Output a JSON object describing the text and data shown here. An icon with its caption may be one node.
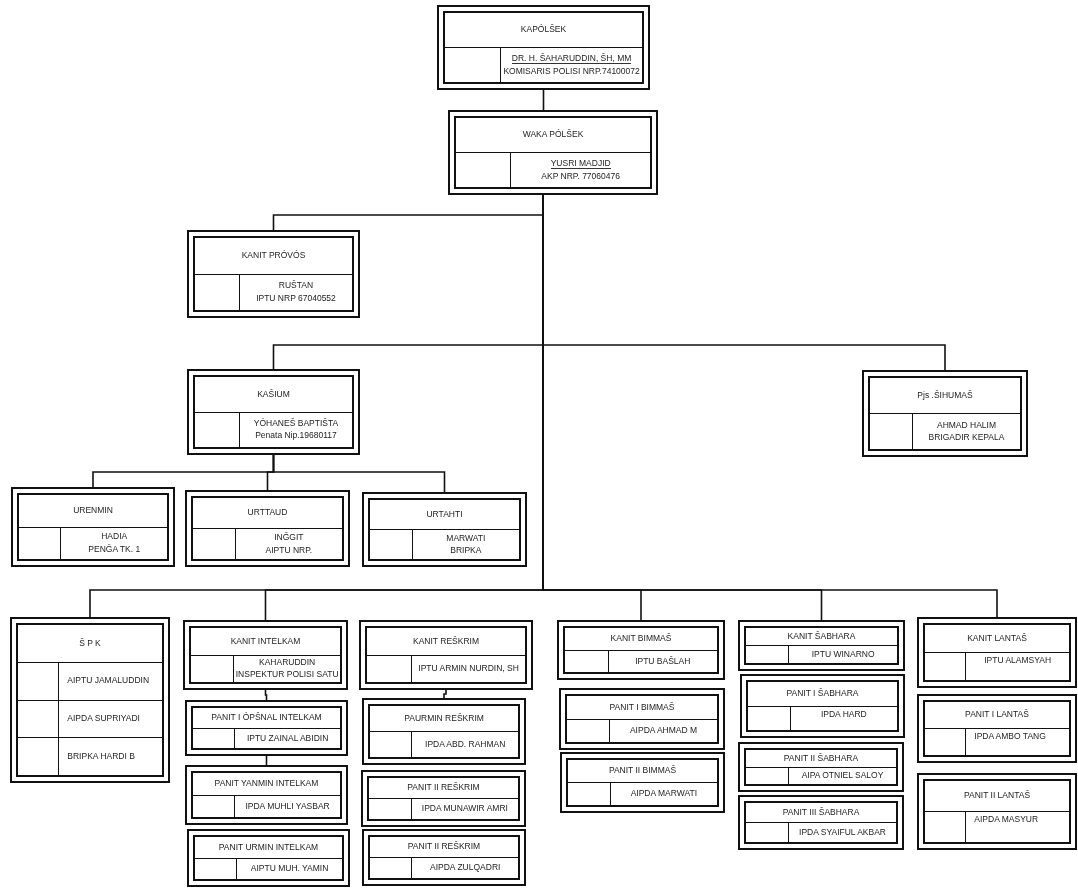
{
  "diagram": {
    "nodes": [
      {
        "text": [
          "KAPÓLŠEK",
          "DR. H. ŠAHARUDDIN, ŠH, MM",
          "KOMISARIS POLISI NRP.74100072"
        ]
      },
      {
        "text": [
          "WAKA PÓLŠEK",
          "YUSRI MADJID",
          "AKP NRP. 77060476"
        ]
      },
      {
        "text": [
          "KANIT PRÓVÓS",
          "RUŠTAN",
          "IPTU NRP 67040552"
        ]
      },
      {
        "text": [
          "KAŠIUM",
          "YÓHANEŠ BAPTIŠTA",
          "Penata Nip.19680117"
        ]
      },
      {
        "text": [
          "Pjs .ŠIHUMAŠ",
          "AHMAD HALIM",
          "BRIGADIR KEPALA"
        ]
      },
      {
        "text": [
          "URENMIN",
          "HADIA",
          "PENĞA TK. 1"
        ]
      },
      {
        "text": [
          "URTTAUD",
          "INĞGIT",
          "AIPTU NRP."
        ]
      },
      {
        "text": [
          "URTAHTI",
          "MARWATI",
          "BRIPKA"
        ]
      },
      {
        "text": [
          "Š P K",
          "AIPTU JAMALUDDIN",
          "AIPDA SUPRIYADI",
          "BRIPKA HARDI B"
        ]
      },
      {
        "text": [
          "KANIT INTELKAM",
          "KAHARUDDIN",
          "INSPEKTUR POLISI SATU"
        ]
      },
      {
        "text": [
          "PANIT I ÓPŠNAL INTELKAM",
          "IPTU ZAINAL ABIDIN"
        ]
      },
      {
        "text": [
          "PANIT YANMIN INTELKAM",
          "IPDA MUHLI YASBAR"
        ]
      },
      {
        "text": [
          "PANIT URMIN INTELKAM",
          "AIPTU MUH. YAMIN"
        ]
      },
      {
        "text": [
          "KANIT REŠKRIM",
          "IPTU ARMIN NURDIN, SH"
        ]
      },
      {
        "text": [
          "PAURMIN REŠKRIM",
          "IPDA ABD. RAHMAN"
        ]
      },
      {
        "text": [
          "PANIT II REŠKRIM",
          "IPDA MUNAWIR AMRI"
        ]
      },
      {
        "text": [
          "PANIT II REŠKRIM",
          "AIPDA ZULQADRI"
        ]
      },
      {
        "text": [
          "KANIT BIMMAŠ",
          "IPTU BAŠLAH"
        ]
      },
      {
        "text": [
          "PANIT I BIMMAŠ",
          "AIPDA AHMAD M"
        ]
      },
      {
        "text": [
          "PANIT II BIMMAŠ",
          "AIPDA MARWATI"
        ]
      },
      {
        "text": [
          "KANIT ŠABHARA",
          "IPTU WINARNO"
        ]
      },
      {
        "text": [
          "PANIT I ŠABHARA",
          "IPDA HARD"
        ]
      },
      {
        "text": [
          "PANIT II ŠABHARA",
          "AIPA OTNIEL SALOY"
        ]
      },
      {
        "text": [
          "PANIT III ŠABHARA",
          "IPDA SYAIFUL AKBAR"
        ]
      },
      {
        "text": [
          "KANIT LANTAŠ",
          "IPTU ALAMSYAH"
        ]
      },
      {
        "text": [
          "PANIT I LANTAŠ",
          "IPDA AMBO TANG"
        ]
      },
      {
        "text": [
          "PANIT II LANTAŠ",
          "AIPDA MASYUR"
        ]
      }
    ],
    "edges": [
      {
        "from": 0,
        "to": 1,
        "arrow": "none"
      },
      {
        "from": 1,
        "to": 2,
        "arrow": "none"
      },
      {
        "from": 1,
        "to": 3,
        "arrow": "none"
      },
      {
        "from": 1,
        "to": 4,
        "arrow": "none"
      },
      {
        "from": 3,
        "to": 5,
        "arrow": "none"
      },
      {
        "from": 3,
        "to": 6,
        "arrow": "none"
      },
      {
        "from": 3,
        "to": 7,
        "arrow": "none"
      },
      {
        "from": 1,
        "to": 8,
        "arrow": "none"
      },
      {
        "from": 1,
        "to": 9,
        "arrow": "none"
      },
      {
        "from": 1,
        "to": 17,
        "arrow": "none"
      },
      {
        "from": 1,
        "to": 20,
        "arrow": "none"
      },
      {
        "from": 1,
        "to": 24,
        "arrow": "none"
      },
      {
        "from": 9,
        "to": 10,
        "arrow": "none"
      },
      {
        "from": 10,
        "to": 11,
        "arrow": "none"
      },
      {
        "from": 13,
        "to": 14,
        "arrow": "none"
      }
    ]
  }
}
